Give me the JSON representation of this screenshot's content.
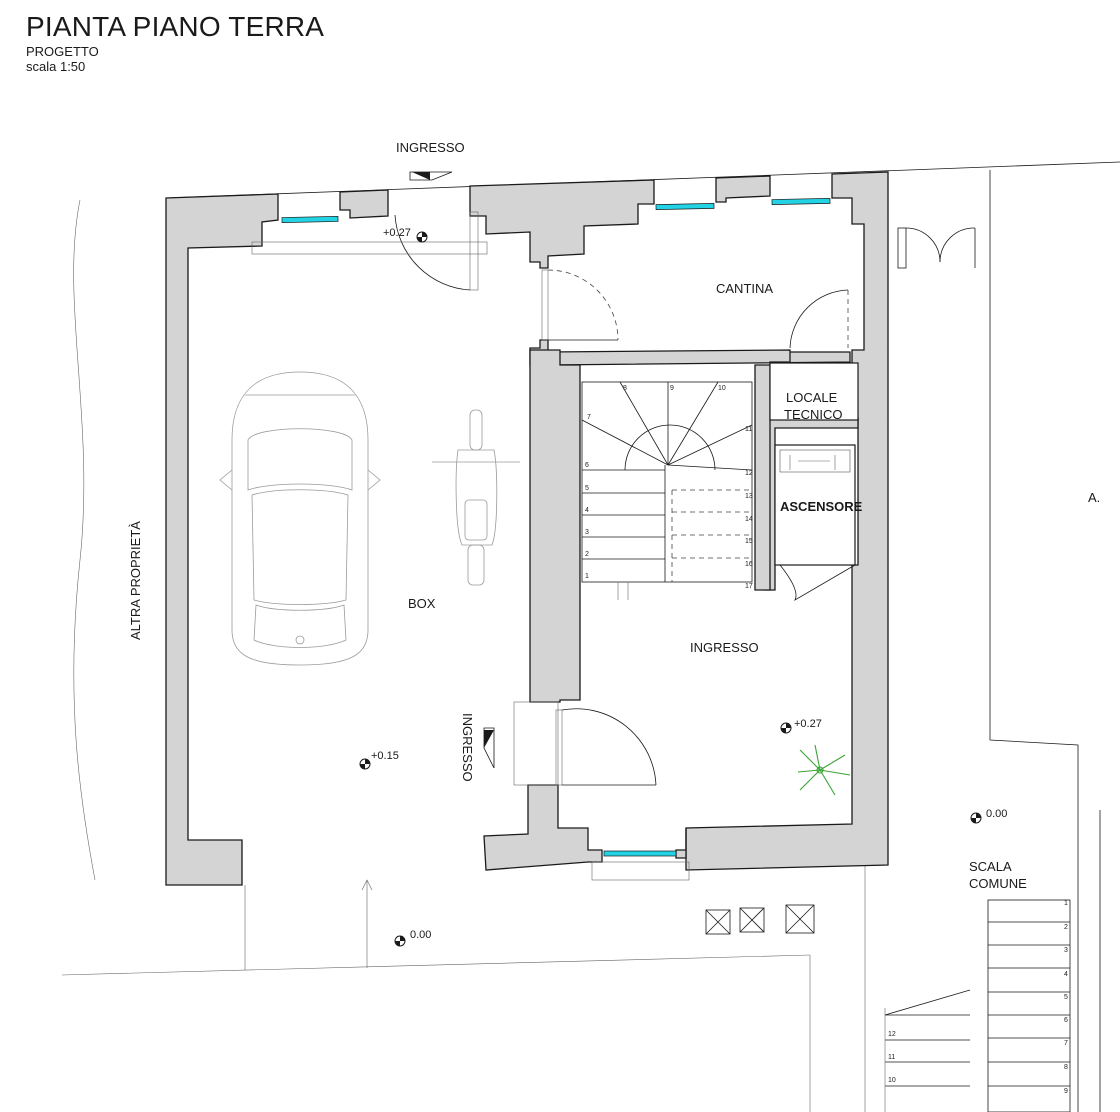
{
  "drawing": {
    "title": "PIANTA PIANO TERRA",
    "subtitle": "PROGETTO",
    "scale": "scala 1:50"
  },
  "rooms": {
    "box": "BOX",
    "cantina": "CANTINA",
    "locale_line1": "LOCALE",
    "locale_line2": "TECNICO",
    "ascensore": "ASCENSORE",
    "ingresso_room": "INGRESSO",
    "scala_line1": "SCALA",
    "scala_line2": "COMUNE",
    "adjacent_partial": "A."
  },
  "labels": {
    "ingresso_top": "INGRESSO",
    "ingresso_side": "INGRESSO",
    "altra_proprieta": "ALTRA PROPRIETÀ"
  },
  "levels": {
    "top_entry": "+0.27",
    "box": "+0.15",
    "ingresso": "+0.27",
    "street": "0.00",
    "right_court": "0.00"
  },
  "stair_main_steps": [
    "1",
    "2",
    "3",
    "4",
    "5",
    "6",
    "7",
    "8",
    "9",
    "10",
    "11",
    "12",
    "13",
    "14",
    "15",
    "16",
    "17"
  ],
  "stair_common_steps": [
    "1",
    "2",
    "3",
    "4",
    "5",
    "6",
    "7",
    "8",
    "9"
  ],
  "stair_common_lower_steps": [
    "10",
    "11",
    "12"
  ],
  "colors": {
    "wall_fill": "#d4d4d4",
    "glass": "#22d3e6",
    "plant": "#3aa335",
    "line": "#1a1a1a"
  }
}
